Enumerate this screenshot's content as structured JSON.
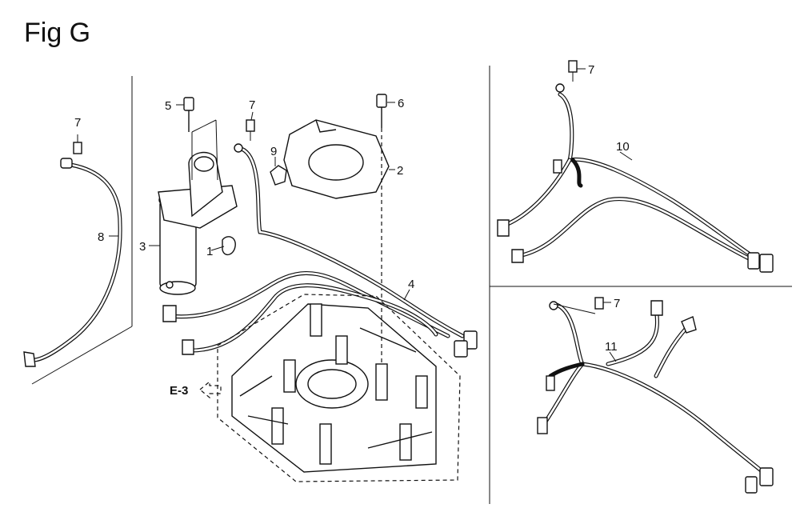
{
  "figure": {
    "title": "Fig G"
  },
  "callouts": {
    "c1": "1",
    "c2": "2",
    "c3": "3",
    "c4": "4",
    "c5": "5",
    "c6": "6",
    "c7a": "7",
    "c7b": "7",
    "c7c": "7",
    "c7d": "7",
    "c8": "8",
    "c9": "9",
    "c10": "10",
    "c11": "11"
  },
  "reference": {
    "label": "E-3"
  }
}
